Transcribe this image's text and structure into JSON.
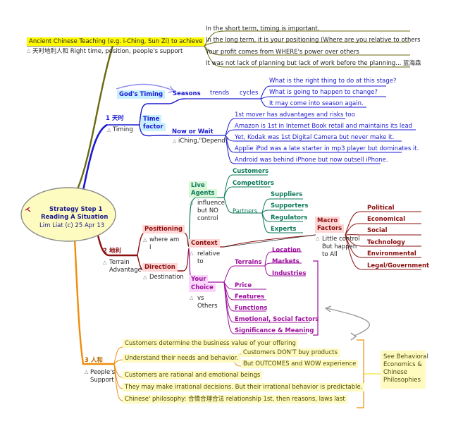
{
  "center": {
    "title": "Strategy Step 1",
    "subtitle": "Reading A Situation",
    "credit": "Lim Liat (c) 25 Apr 13"
  },
  "top": {
    "title": "Ancient Chinese Teaching  (e.g. i-Ching, Sun Zi) to achieve",
    "note": "天时地利人和 Right time, position, people's support",
    "items": [
      "In the short term, timing is important.",
      "In the long term, it is your positioning (Where are you relative to others",
      "Your profit comes from WHERE's power over others",
      "It was not lack of planning but lack of work before the planning... 蓝海森"
    ]
  },
  "timing": {
    "label": "1 天时",
    "note": "Timing",
    "gods_timing": "God's Timing",
    "time_factor_1": "Time",
    "time_factor_2": "factor",
    "seasons": "Seasons",
    "trends": "trends",
    "cycles": "cycles",
    "questions": [
      "What is the right thing to do at this stage?",
      "What is going to happen to change?",
      "It may come into season again."
    ],
    "now_or_wait": "Now or Wait",
    "now_note": "iChing,\"Depend\"",
    "examples": [
      "1st mover has advantages and risks too",
      "Amazon is 1st in Internet Book retail and maintains its lead",
      "Yet, Kodak was 1st Digital Camera but never make it.",
      "Applie iPod was a late starter in mp3 player but dominates it.",
      "Android was behind iPhone but now outsell iPhone."
    ]
  },
  "terrain": {
    "label": "2 地利",
    "note_1": "Terrain",
    "note_2": "Advantage",
    "positioning": "Positioning",
    "pos_note": [
      "where am",
      "I"
    ],
    "direction": "Direction",
    "dir_note": "Destination",
    "context": "Context",
    "context_note": [
      "relative",
      "to"
    ],
    "live_agents": [
      "Live",
      "Agents"
    ],
    "live_note": [
      "influence",
      "but NO",
      "control"
    ],
    "customers": "Customers",
    "competitors": "Competitors",
    "partners": "Partners",
    "partner_items": [
      "Suppliers",
      "Supporters",
      "Regulators",
      "Experts"
    ],
    "macro": [
      "Macro",
      "Factors"
    ],
    "macro_note": [
      "Little control",
      "But happen",
      "to All"
    ],
    "macro_items": [
      "Political",
      "Economical",
      "Social",
      "Technology",
      "Environmental",
      "Legal/Government"
    ],
    "your_choice": [
      "Your",
      "Choice"
    ],
    "choice_note": [
      "vs",
      "Others"
    ],
    "terrains": "Terrains",
    "terrain_items": [
      "Location",
      "Markets",
      "Industries"
    ],
    "choice_items": [
      "Price",
      "Features",
      "Functions",
      "Emotional, Social factors",
      "Significance & Meaning"
    ]
  },
  "people": {
    "label": "3 人和",
    "note_1": "People's",
    "note_2": "Support",
    "items": [
      "Customers determine the business value of your offering",
      "Understand their needs and behavior.",
      "Customers are rational and emotional beings",
      "They may make irrational decisions. But their irrational behavior is predictable.",
      "Chinese' philosophy: 合情合理合法 relationship 1st, then reasons, laws last"
    ],
    "sub_items": [
      "Customers DON'T buy products",
      "But OUTCOMES and WOW experience"
    ],
    "callout": [
      "See Behavioral",
      "Economics &",
      "Chinese",
      "Philosophies"
    ]
  }
}
